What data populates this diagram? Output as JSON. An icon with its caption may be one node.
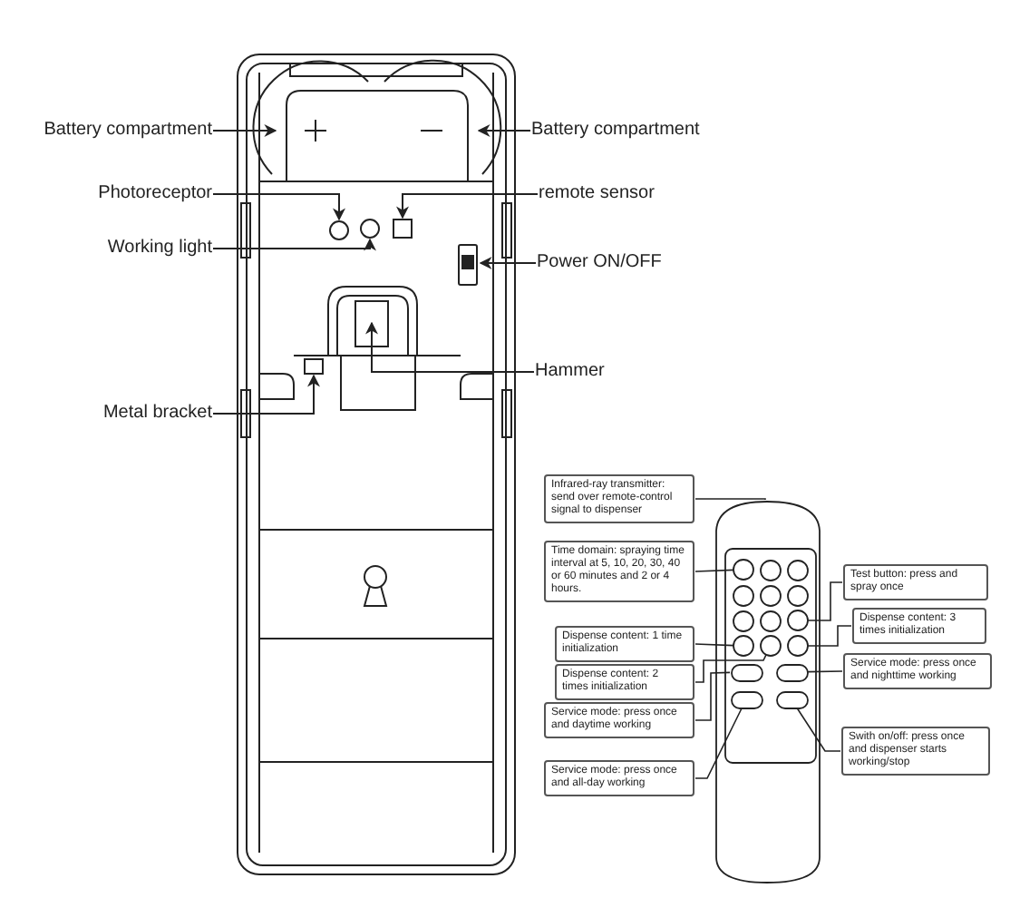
{
  "diagram": {
    "nodes": [
      {
        "text": [
          "Battery compartment"
        ]
      },
      {
        "text": [
          "Battery compartment"
        ]
      },
      {
        "text": [
          "Photoreceptor"
        ]
      },
      {
        "text": [
          "remote sensor"
        ]
      },
      {
        "text": [
          "Working light"
        ]
      },
      {
        "text": [
          "Power ON/OFF"
        ]
      },
      {
        "text": [
          "Hammer"
        ]
      },
      {
        "text": [
          "Metal bracket"
        ]
      },
      {
        "text": [
          "Infrared-ray transmitter: send over remote-control signal to dispenser"
        ]
      },
      {
        "text": [
          "Time domain: spraying time interval at 5, 10, 20, 30, 40 or 60 minutes and 2 or 4 hours."
        ]
      },
      {
        "text": [
          "Test button: press and spray once"
        ]
      },
      {
        "text": [
          "Dispense content: 3 times initialization"
        ]
      },
      {
        "text": [
          "Dispense content: 1 time initialization"
        ]
      },
      {
        "text": [
          "Service mode: press once and nighttime working"
        ]
      },
      {
        "text": [
          "Dispense content: 2 times initialization"
        ]
      },
      {
        "text": [
          "Service mode: press once and daytime working"
        ]
      },
      {
        "text": [
          "Swith on/off: press once and dispenser starts working/stop"
        ]
      },
      {
        "text": [
          "Service mode: press once and all-day working"
        ]
      },
      {
        "text": [],
        "shape": "picture"
      },
      {
        "text": [],
        "shape": "circle",
        "in": 18
      },
      {
        "text": [],
        "shape": "circle",
        "in": 18
      },
      {
        "text": [],
        "shape": "circle",
        "in": 18
      },
      {
        "text": [],
        "shape": "circle",
        "in": 18
      },
      {
        "text": [],
        "shape": "circle",
        "in": 18
      },
      {
        "text": [],
        "shape": "box",
        "in": 18
      },
      {
        "text": [],
        "shape": "box",
        "in": 18
      },
      {
        "text": [],
        "shape": "box",
        "in": 18
      },
      {
        "text": [],
        "shape": "box",
        "in": 18
      }
    ],
    "edges": [
      {
        "from": 0,
        "to": null,
        "arrow": "to"
      },
      {
        "from": 1,
        "to": null,
        "arrow": "to"
      },
      {
        "from": 2,
        "to": null,
        "arrow": "to"
      },
      {
        "from": 3,
        "to": null,
        "arrow": "to"
      },
      {
        "from": 4,
        "to": null,
        "arrow": "to"
      },
      {
        "from": 5,
        "to": null,
        "arrow": "to"
      },
      {
        "from": 6,
        "to": null,
        "arrow": "to"
      },
      {
        "from": 7,
        "to": null,
        "arrow": "to"
      },
      {
        "from": 8,
        "to": 18,
        "arrow": "none"
      },
      {
        "from": 9,
        "to": 19,
        "arrow": "none"
      },
      {
        "from": 10,
        "to": 20,
        "arrow": "none"
      },
      {
        "from": 11,
        "to": 23,
        "arrow": "none"
      },
      {
        "from": 12,
        "to": 21,
        "arrow": "none"
      },
      {
        "from": 13,
        "to": 25,
        "arrow": "none"
      },
      {
        "from": 14,
        "to": 22,
        "arrow": "none"
      },
      {
        "from": 15,
        "to": 24,
        "arrow": "none"
      },
      {
        "from": 16,
        "to": 27,
        "arrow": "none"
      },
      {
        "from": 17,
        "to": 26,
        "arrow": "none"
      }
    ]
  }
}
